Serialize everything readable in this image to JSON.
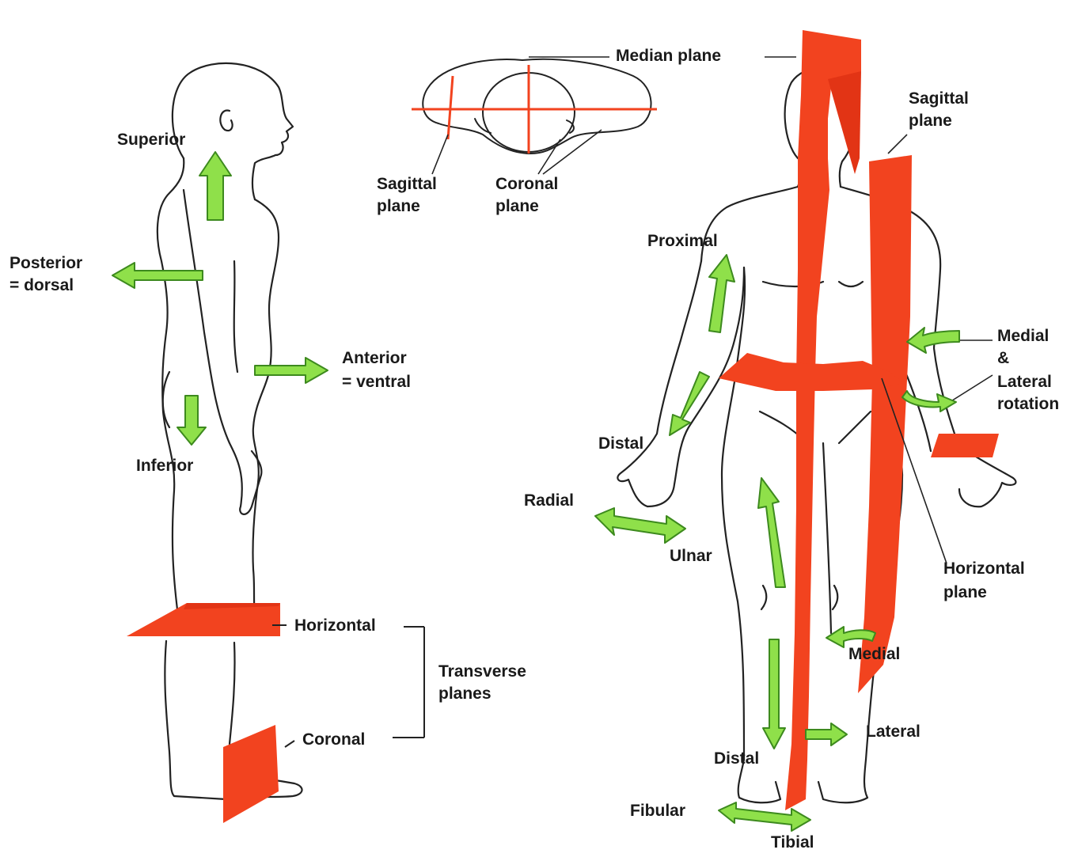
{
  "colors": {
    "plane": "#f2431f",
    "arrow_fill": "#8fe04a",
    "arrow_stroke": "#3d8a1e",
    "outline": "#222222",
    "text": "#1a1a1a"
  },
  "labels": {
    "superior": "Superior",
    "posterior": "Posterior",
    "posterior_alt": "= dorsal",
    "anterior": "Anterior",
    "anterior_alt": "= ventral",
    "inferior": "Inferior",
    "horizontal": "Horizontal",
    "transverse_line1": "Transverse",
    "transverse_line2": "planes",
    "coronal": "Coronal",
    "median_plane": "Median plane",
    "sagittal_top_line1": "Sagittal",
    "sagittal_top_line2": "plane",
    "coronal_top_line1": "Coronal",
    "coronal_top_line2": "plane",
    "sagittal_right_line1": "Sagittal",
    "sagittal_right_line2": "plane",
    "proximal": "Proximal",
    "distal_arm": "Distal",
    "radial": "Radial",
    "ulnar": "Ulnar",
    "medial_rotation_line1": "Medial",
    "medial_rotation_line2": "&",
    "medial_rotation_line3": "Lateral",
    "medial_rotation_line4": "rotation",
    "horizontal_plane_line1": "Horizontal",
    "horizontal_plane_line2": "plane",
    "medial": "Medial",
    "lateral": "Lateral",
    "distal_leg": "Distal",
    "fibular": "Fibular",
    "tibial": "Tibial"
  }
}
